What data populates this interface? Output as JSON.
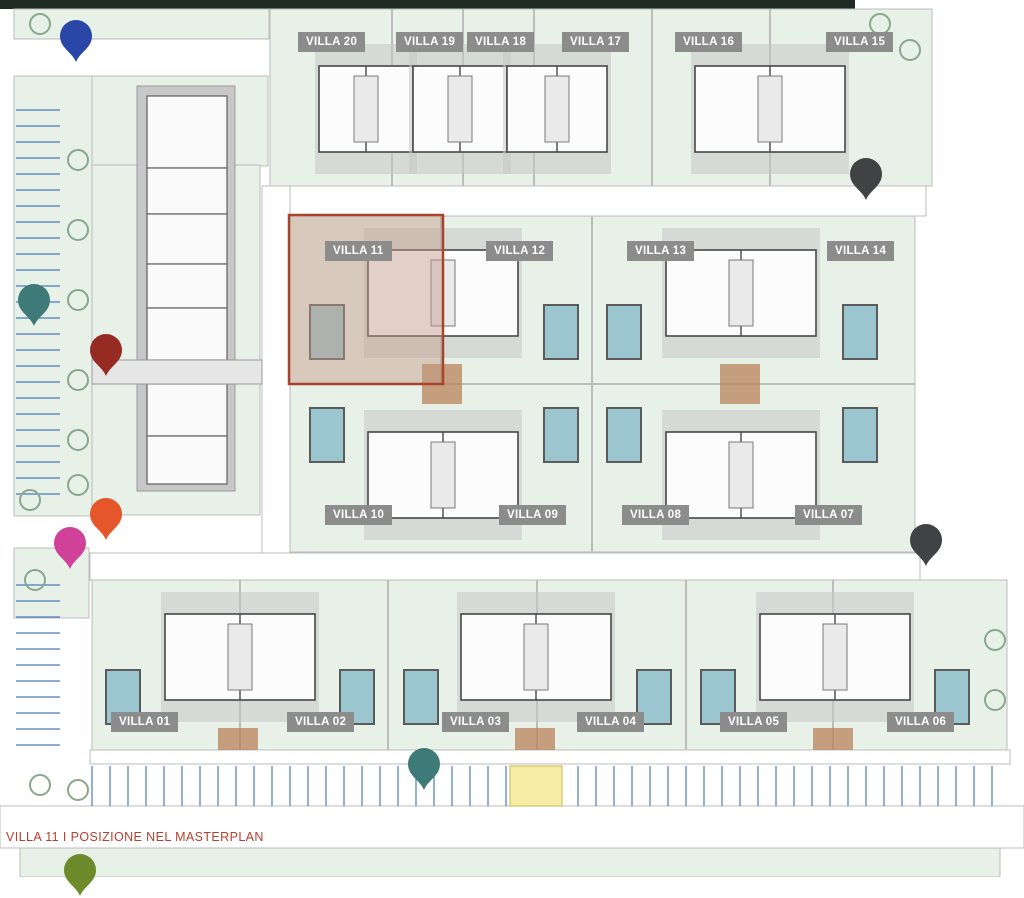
{
  "caption": {
    "text": "VILLA 11  I  POSIZIONE NEL MASTERPLAN",
    "color": "#b5402e"
  },
  "highlight": {
    "villa": "VILLA 11",
    "fill": "#c49a87",
    "stroke": "#a8432e"
  },
  "colors": {
    "garden": "#e7f1e8",
    "road": "#ffffff",
    "path_stroke": "#bcbcbc",
    "wall": "#9a9a9a",
    "pool_water": "#9cc6cf",
    "pool_rim": "#5b5b5b",
    "paving": "#c7c7c7",
    "deck": "#b9825a",
    "parking_line": "#4a7bbd",
    "tree": "#8aa68d",
    "label_bg": "#8c8c8c",
    "header_band": "#1e2b24"
  },
  "villas": [
    {
      "name": "VILLA 20"
    },
    {
      "name": "VILLA 19"
    },
    {
      "name": "VILLA 18"
    },
    {
      "name": "VILLA 17"
    },
    {
      "name": "VILLA 16"
    },
    {
      "name": "VILLA 15"
    },
    {
      "name": "VILLA 11"
    },
    {
      "name": "VILLA 12"
    },
    {
      "name": "VILLA 13"
    },
    {
      "name": "VILLA 14"
    },
    {
      "name": "VILLA 10"
    },
    {
      "name": "VILLA 09"
    },
    {
      "name": "VILLA 08"
    },
    {
      "name": "VILLA 07"
    },
    {
      "name": "VILLA 01"
    },
    {
      "name": "VILLA 02"
    },
    {
      "name": "VILLA 03"
    },
    {
      "name": "VILLA 04"
    },
    {
      "name": "VILLA 05"
    },
    {
      "name": "VILLA 06"
    }
  ],
  "markers": [
    {
      "name": "blue",
      "color": "#2a46a6"
    },
    {
      "name": "teal-west",
      "color": "#3e7a78"
    },
    {
      "name": "red",
      "color": "#962b23"
    },
    {
      "name": "orange",
      "color": "#e6562b"
    },
    {
      "name": "magenta",
      "color": "#d0429a"
    },
    {
      "name": "dark-north",
      "color": "#404244"
    },
    {
      "name": "dark-east",
      "color": "#404244"
    },
    {
      "name": "teal-south",
      "color": "#3e7a78"
    },
    {
      "name": "olive",
      "color": "#6e8b2c"
    }
  ]
}
